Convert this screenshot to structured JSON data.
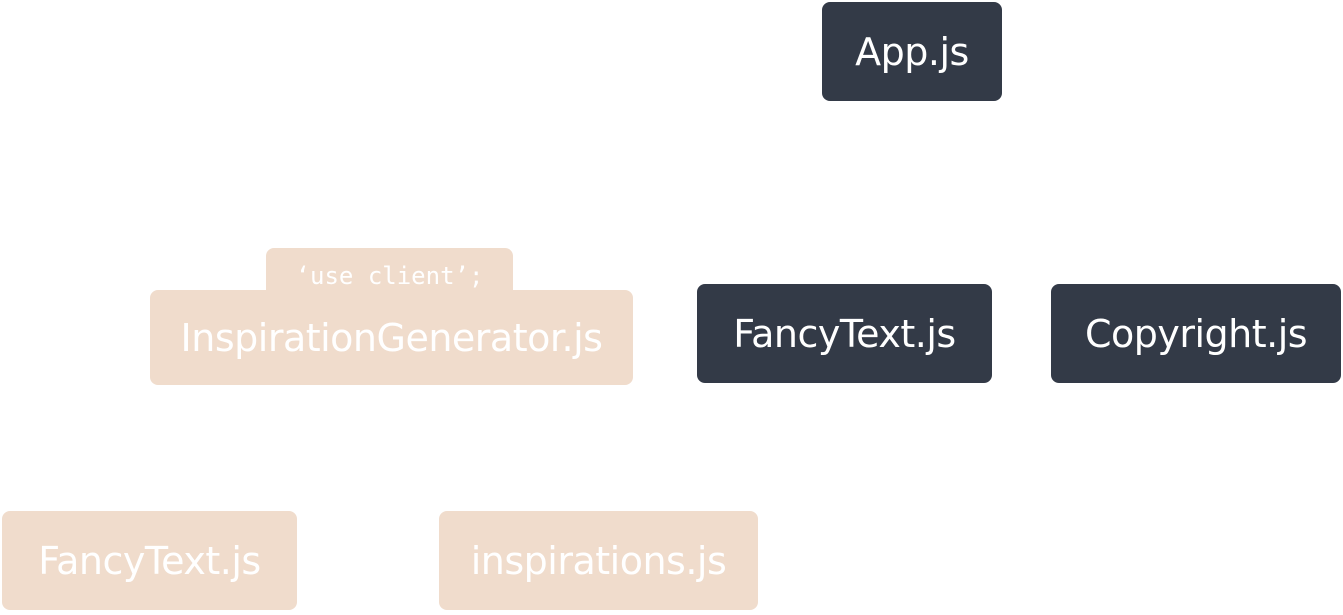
{
  "nodes": {
    "app": {
      "label": "App.js",
      "kind": "server"
    },
    "inspiration_generator": {
      "label": "InspirationGenerator.js",
      "kind": "client",
      "directive": "‘use client’;"
    },
    "fancy_text_server": {
      "label": "FancyText.js",
      "kind": "server"
    },
    "copyright": {
      "label": "Copyright.js",
      "kind": "server"
    },
    "fancy_text_client": {
      "label": "FancyText.js",
      "kind": "client"
    },
    "inspirations": {
      "label": "inspirations.js",
      "kind": "client"
    }
  },
  "colors": {
    "server_node": "#333a47",
    "client_node": "#f0dccc",
    "node_text": "#ffffff"
  }
}
